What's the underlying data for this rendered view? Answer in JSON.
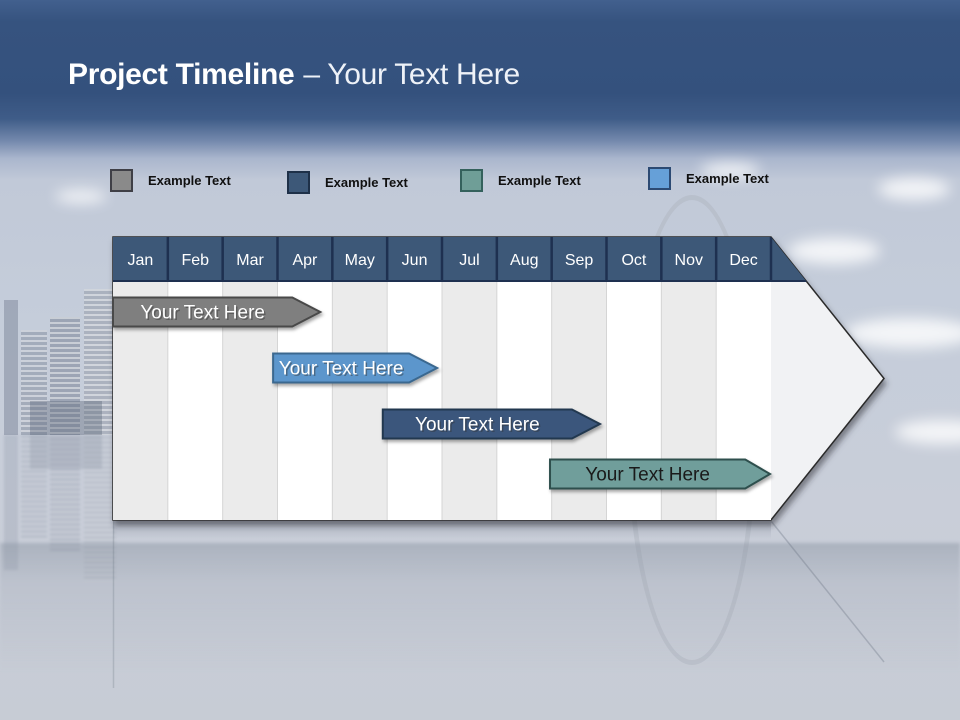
{
  "slide": {
    "title_bold": "Project Timeline",
    "title_rest": "– Your Text Here"
  },
  "legend": {
    "items": [
      {
        "label": "Example Text",
        "color": "#8A8A8A",
        "border": "#3F3F46"
      },
      {
        "label": "Example Text",
        "color": "#3D5878",
        "border": "#1E3048"
      },
      {
        "label": "Example Text",
        "color": "#6F9E97",
        "border": "#34615C"
      },
      {
        "label": "Example Text",
        "color": "#66A0D8",
        "border": "#2C4A73"
      }
    ]
  },
  "timeline": {
    "months": [
      "Jan",
      "Feb",
      "Mar",
      "Apr",
      "May",
      "Jun",
      "Jul",
      "Aug",
      "Sep",
      "Oct",
      "Nov",
      "Dec"
    ],
    "header_fill": "#3D5878",
    "header_text_color": "#FFFFFF",
    "header_divider": "#1E3050",
    "stripe_even": "#EBEBEB",
    "stripe_odd": "#FFFFFF",
    "column_divider": "#D5D5D5",
    "body_fill": "#F1F2F4",
    "outline": "#2B2B2B",
    "bars": [
      {
        "label": "Your Text Here",
        "start_month": 0.0,
        "end_month": 3.27,
        "color": "#7F7F7F",
        "border": "#4A4A4A",
        "text_color": "#FFFFFF"
      },
      {
        "label": "Your Text Here",
        "start_month": 2.92,
        "end_month": 5.4,
        "color": "#5B96CC",
        "border": "#3A678F",
        "text_color": "#FFFFFF"
      },
      {
        "label": "Your Text Here",
        "start_month": 4.92,
        "end_month": 8.37,
        "color": "#3A567C",
        "border": "#233950",
        "text_color": "#FFFFFF"
      },
      {
        "label": "Your Text Here",
        "start_month": 7.97,
        "end_month": 11.53,
        "color": "#6F9E9B",
        "border": "#2E4F4D",
        "text_color": "#1A1A1A"
      }
    ]
  }
}
